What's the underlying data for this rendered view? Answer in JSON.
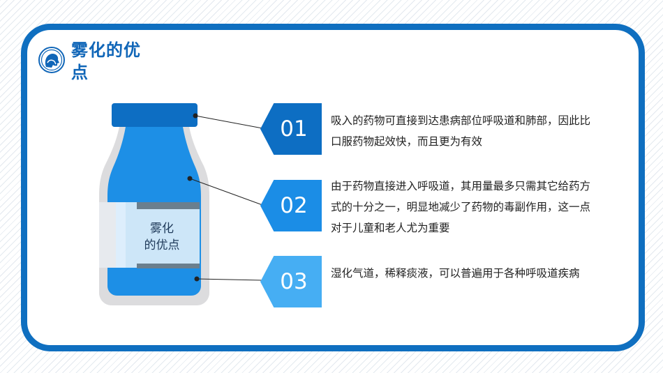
{
  "header": {
    "title": "雾化的优点",
    "logo_icon": "nebulizer-head-icon"
  },
  "bottle": {
    "label": "雾化\n的优点"
  },
  "items": [
    {
      "number": "01",
      "text": "吸入的药物可直接到达患病部位呼吸道和肺部，因此比口服药物起效快，而且更为有效"
    },
    {
      "number": "02",
      "text": "由于药物直接进入呼吸道，其用量最多只需其它给药方式的十分之一，明显地减少了药物的毒副作用，这一点对于儿童和老人尤为重要"
    },
    {
      "number": "03",
      "text": "湿化气道，稀释痰液，可以普遍用于各种呼吸道疾病"
    }
  ],
  "colors": {
    "frame": "#0f6fc0",
    "badge1": "#0d6ec3",
    "badge2": "#1b8de6",
    "badge3": "#46aef3"
  }
}
